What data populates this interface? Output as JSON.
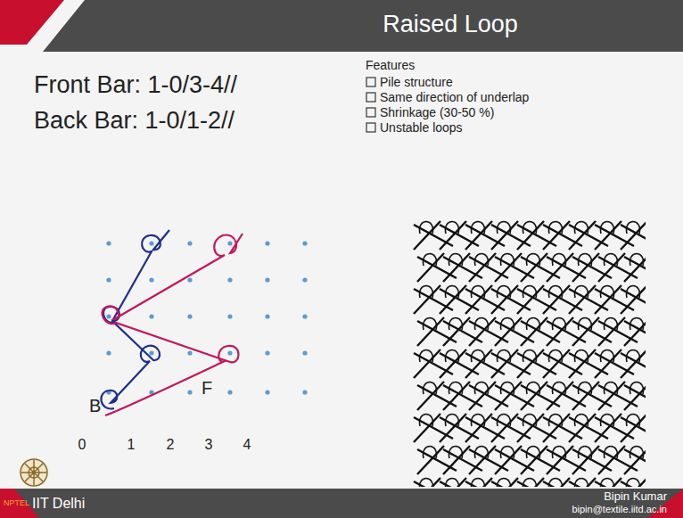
{
  "diagram": {
    "title": "Raised Loop",
    "labels": [
      "Front Bar: 1-0/3-4//",
      "Back Bar: 1-0/1-2//",
      "Features",
      "Pile structure",
      "Same direction of underlap",
      "Shrinkage (30-50 %)",
      "Unstable loops",
      "B",
      "F",
      "0",
      "1",
      "2",
      "3",
      "4",
      "NPTEL",
      "IIT Delhi",
      "Bipin Kumar",
      "bipin@textile.iitd.ac.in"
    ]
  }
}
